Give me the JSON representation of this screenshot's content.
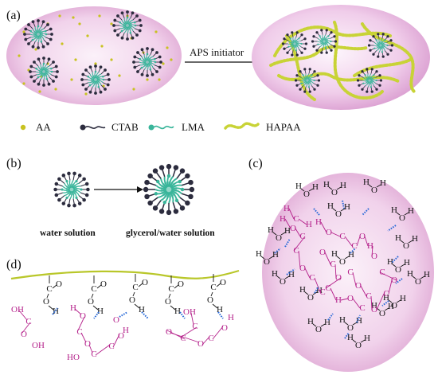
{
  "panels": {
    "a": "(a)",
    "b": "(b)",
    "c": "(c)",
    "d": "(d)"
  },
  "arrow_label": "APS initiator",
  "legend": [
    {
      "key": "aa",
      "label": "AA"
    },
    {
      "key": "ctab",
      "label": "CTAB"
    },
    {
      "key": "lma",
      "label": "LMA"
    },
    {
      "key": "hapaa",
      "label": "HAPAA"
    }
  ],
  "captions": {
    "water": "water solution",
    "glycerol": "glycerol/water solution"
  },
  "atoms": {
    "O": "O",
    "H": "H",
    "C": "C",
    "OH": "OH",
    "HO": "HO"
  },
  "colors": {
    "micelle_core": "#39b59a",
    "micelle_dark": "#2c2c3e",
    "aa_dot": "#c8c220",
    "hapaa_chain": "#c8d336",
    "bubble": "#f3d7ee",
    "glycerol": "#b4208a",
    "hbond": "#2b6bd8"
  }
}
